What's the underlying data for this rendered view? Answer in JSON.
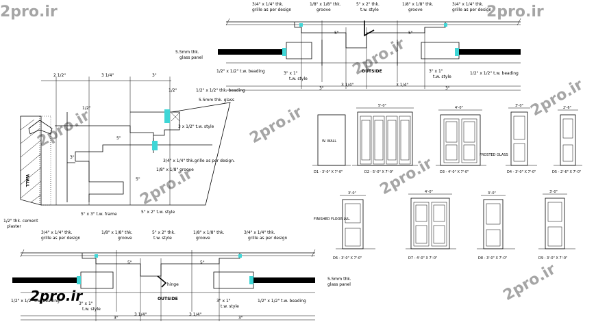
{
  "watermark": "2pro.ir",
  "logo": "2pro.ir",
  "colors": {
    "accent_cyan": "#3fd6d6",
    "logo_red": "#d10f0f",
    "watermark_green": "#9fd89f",
    "glass_band": "#000000"
  },
  "top_section": {
    "top_labels": {
      "grille": [
        "3/4\" x 1/4\" thk.",
        "grille as per design"
      ],
      "groove_left": [
        "1/8\" x 1/8\" thk.",
        "groove"
      ],
      "style_mid": [
        "5\" x 2\" thk.",
        "t.w. style"
      ],
      "groove_right": [
        "1/8\" x 1/8\" thk.",
        "groove"
      ],
      "grille_right": [
        "3/4\" x 1/4\" thk.",
        "grille as per design"
      ]
    },
    "glass_panel": [
      "5.5mm thk.",
      "glass panel"
    ],
    "beading_left": "1/2\" x 1/2\" t.w. beading",
    "style_left": [
      "3\" x 1\"",
      "t.w. style"
    ],
    "style_right": [
      "3\" x 1\"",
      "t.w. style"
    ],
    "beading_right": "1/2\" x 1/2\" t.w. beading",
    "outside": "OUTSIDE",
    "dims": [
      "5\"",
      "5\"",
      "3 1/4\"",
      "3 1/4\"",
      "3\"",
      "3\""
    ]
  },
  "left_section": {
    "dims_top": [
      "2 1/2\"",
      "3 1/4\"",
      "3\""
    ],
    "beading": "1/2\" x 1/2\" thk. beading",
    "glass": "5.5mm thk. glass",
    "style": "3 x 1/2\" t.w. style",
    "grille": "3/4\" x 1/4\" thk.grille as per design.",
    "groove": "1/8\" x 1/8\" groove",
    "frame": "5\" x 3\" t.w. frame",
    "style_bottom": "5\" x 2\" t.w. style",
    "wall": "WALL",
    "plaster": [
      "1/2\" thk. cement",
      "plaster"
    ],
    "dims_misc": [
      "1/2\"",
      "1/2\"",
      "5\"",
      "3\"",
      "5\""
    ]
  },
  "bottom_section": {
    "grille_left": [
      "3/4\" x 1/4\" thk.",
      "grille as per design"
    ],
    "groove_left": [
      "1/8\" x 1/8\" thk.",
      "groove"
    ],
    "style_mid": [
      "5\" x 2\" thk.",
      "t.w. style"
    ],
    "groove_right": [
      "1/8\" x 1/8\" thk.",
      "groove"
    ],
    "grille_right": [
      "3/4\" x 1/4\" thk.",
      "grille as per design"
    ],
    "glass_panel": [
      "5.5mm thk.",
      "glass panel"
    ],
    "hinge": "hinge",
    "outside": "OUTSIDE",
    "beading_left": "1/2\" x 1/2\" t.w. beading",
    "style_left": [
      "3\" x 1\"",
      "t.w. style"
    ],
    "style_right": [
      "3\" x 1\"",
      "t.w. style"
    ],
    "beading_right": "1/2\" x 1/2\" t.w. beading",
    "dims": [
      "5\"",
      "5\"",
      "3 1/4\"",
      "3 1/4\"",
      "3\"",
      "3\""
    ]
  },
  "elevations_row1": [
    {
      "caption": "D1 - 3'-0\" X 7'-0\"",
      "note": "W. WALL"
    },
    {
      "caption": "D2 - 5'-0\" X 7'-0\"",
      "top_dim": "5'-0\""
    },
    {
      "caption": "D3 - 4'-0\" X 7'-0\"",
      "top_dim": "4'-0\"",
      "note": "FROSTED GLASS"
    },
    {
      "caption": "D4 - 3'-0\" X 7'-0\"",
      "top_dim": "3'-0\""
    },
    {
      "caption": "D5 - 2'-6\" X 7'-0\"",
      "top_dim": "2'-6\""
    }
  ],
  "elevations_row2": [
    {
      "caption": "D6 - 3'-0\" X 7'-0\"",
      "top_dim": "3'-0\"",
      "note": "FINISHED FLOOR LVL."
    },
    {
      "caption": "D7 - 4'-0\" X 7'-0\"",
      "top_dim": "4'-0\""
    },
    {
      "caption": "D8 - 3'-0\" X 7'-0\"",
      "top_dim": "3'-0\""
    },
    {
      "caption": "D9 - 3'-0\" X 7'-0\"",
      "top_dim": "3'-0\""
    }
  ]
}
